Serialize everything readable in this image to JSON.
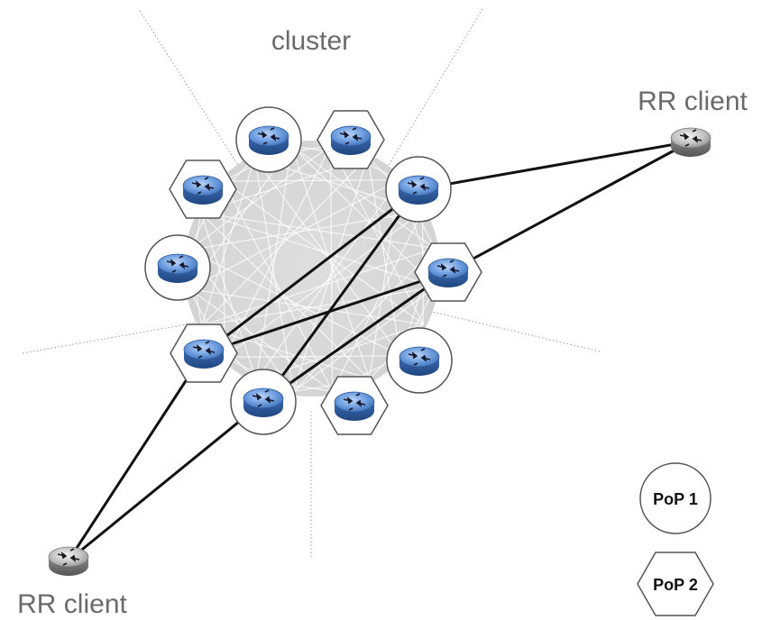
{
  "labels": {
    "cluster": "cluster",
    "rr_client_right": "RR client",
    "rr_client_left": "RR client"
  },
  "legend": {
    "pop1": "PoP 1",
    "pop2": "PoP 2"
  },
  "colors": {
    "router_blue": "#5b8fd6",
    "router_dark": "#2f5f9f",
    "client_gray": "#9a9a9a",
    "mesh_fill": "#dcdcdc",
    "link": "#111111"
  },
  "icons": {
    "cluster_router": "router-icon",
    "client_router": "router-icon"
  }
}
